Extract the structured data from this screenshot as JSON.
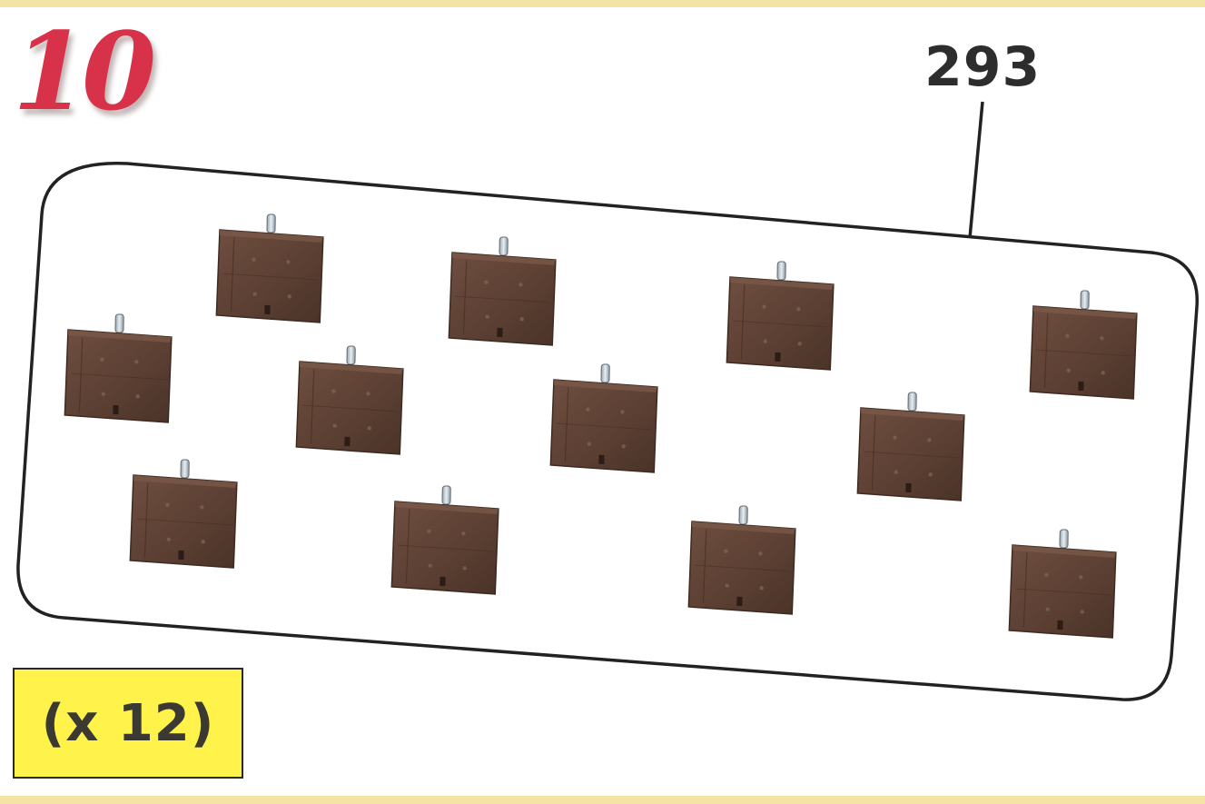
{
  "step": {
    "number": "10",
    "number_color": "#d8324a"
  },
  "part": {
    "number": "293",
    "color": "brown",
    "hex": "#5e4235"
  },
  "quantity": {
    "label": "(x 12)",
    "box_color": "#fff24a"
  },
  "tray": {
    "piece_count": 12,
    "piece_icon": "brown-plate-with-pin-icon"
  }
}
